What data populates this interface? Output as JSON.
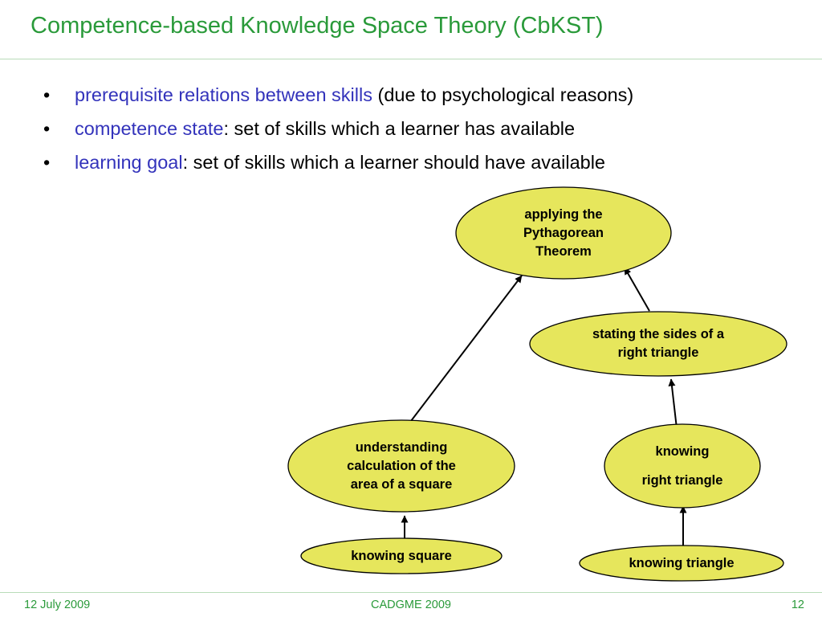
{
  "slide": {
    "title": "Competence-based Knowledge Space Theory (CbKST)"
  },
  "bullets": [
    {
      "marker": "•",
      "term": "prerequisite relations between skills",
      "rest": " (due to psychological reasons)"
    },
    {
      "marker": "•",
      "term": "competence state",
      "rest": ": set of skills which a learner has available"
    },
    {
      "marker": "•",
      "term": "learning goal",
      "rest": ": set of skills which a learner should have available"
    }
  ],
  "diagram": {
    "fill_color": "#e6e65c",
    "stroke_color": "#000000",
    "nodes": {
      "pythagorean": {
        "lines": [
          "applying the",
          "Pythagorean",
          "Theorem"
        ]
      },
      "sides": {
        "lines": [
          "stating the sides of a",
          "right triangle"
        ]
      },
      "area": {
        "lines": [
          "understanding",
          "calculation of the",
          "area of a square"
        ]
      },
      "knowing_right": {
        "lines": [
          "knowing",
          "right triangle"
        ]
      },
      "square": {
        "lines": [
          "knowing square"
        ]
      },
      "triangle": {
        "lines": [
          "knowing triangle"
        ]
      }
    },
    "edges": [
      {
        "from": "square",
        "to": "area"
      },
      {
        "from": "area",
        "to": "pythagorean"
      },
      {
        "from": "triangle",
        "to": "knowing_right"
      },
      {
        "from": "knowing_right",
        "to": "sides"
      },
      {
        "from": "sides",
        "to": "pythagorean"
      }
    ]
  },
  "footer": {
    "date": "12 July 2009",
    "event": "CADGME 2009",
    "page": "12"
  },
  "colors": {
    "title": "#2a9a3a",
    "term": "#3333bb",
    "rule": "#b9dcb9"
  }
}
